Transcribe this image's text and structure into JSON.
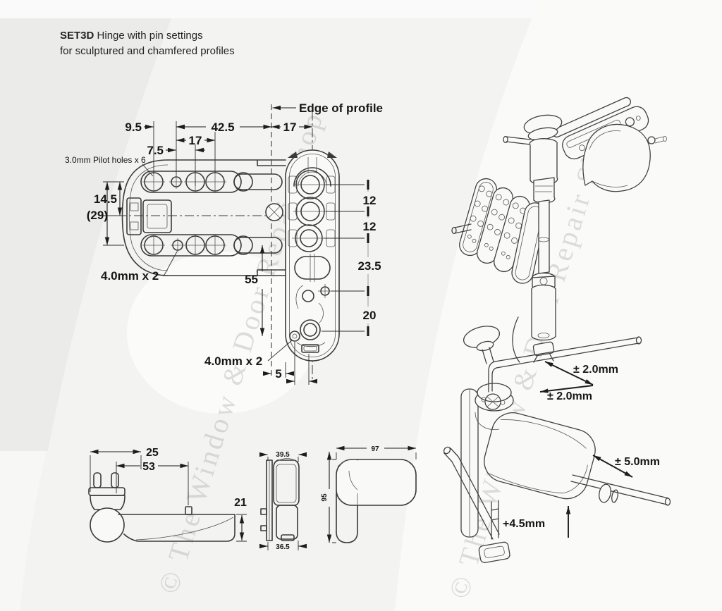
{
  "title": {
    "product": "SET3D",
    "line1_rest": " Hinge with pin settings",
    "line2": "for sculptured and chamfered profiles"
  },
  "watermark": {
    "text": "© The Window & Door Repair Shop"
  },
  "main_view": {
    "edge_label": "Edge of profile",
    "pilot_label": "3.0mm Pilot holes x 6",
    "pin_label_top": "4.0mm x 2",
    "pin_label_bottom": "4.0mm x 2",
    "dims": {
      "top_offset": "9.5",
      "top_pitch": "17",
      "top_small": "7.5",
      "top_span": "42.5",
      "edge_to_center": "17",
      "half_height": "14.5",
      "overall_height": "(29)",
      "hole_gap_a": "12",
      "hole_gap_b": "12",
      "hole_gap_c": "23.5",
      "hole_gap_d": "20",
      "arm_to_bottom": "55",
      "bottom_offset": "5"
    }
  },
  "side_view": {
    "dims": {
      "cap_width": "25",
      "pin_span": "53",
      "arm_height": "21"
    }
  },
  "edge_view": {
    "dims": {
      "top_width": "39.5",
      "bottom_width": "36.5"
    }
  },
  "front_view": {
    "dims": {
      "width": "97",
      "height": "95"
    }
  },
  "adjustment_view": {
    "labels": {
      "lateral_upper": "± 2.0mm",
      "lateral_lower": "± 2.0mm",
      "compression": "± 5.0mm",
      "height": "+4.5mm"
    }
  }
}
